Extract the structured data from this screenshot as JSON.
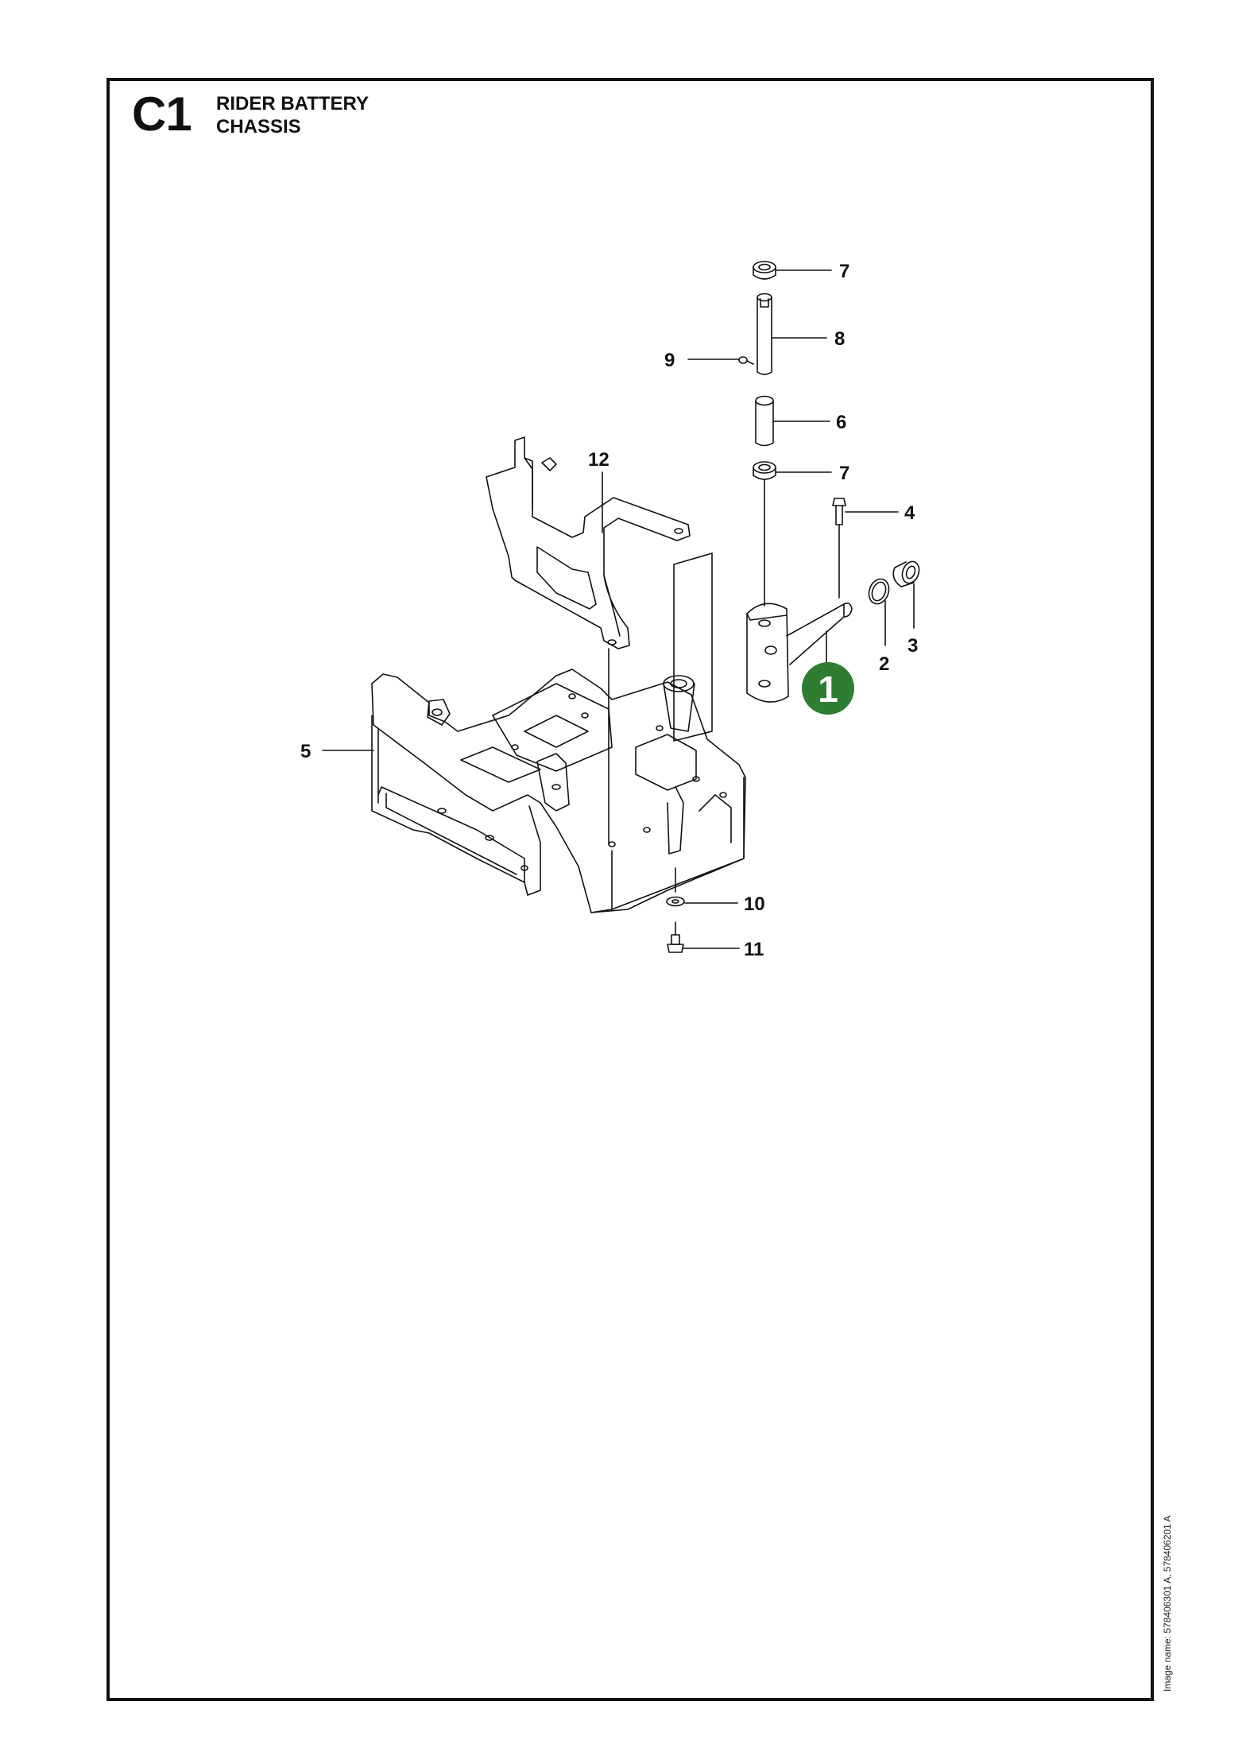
{
  "header": {
    "section_code": "C1",
    "title_line_1": "RIDER BATTERY",
    "title_line_2": "CHASSIS"
  },
  "callouts": {
    "c1": "1",
    "c2": "2",
    "c3": "3",
    "c4": "4",
    "c5": "5",
    "c6": "6",
    "c7_top": "7",
    "c7_lower": "7",
    "c8": "8",
    "c9": "9",
    "c10": "10",
    "c11": "11",
    "c12": "12"
  },
  "footer": {
    "image_name": "Image name: 578406301 A, 578406201 A"
  },
  "colors": {
    "highlight": "#2e7d32",
    "line": "#111111"
  }
}
